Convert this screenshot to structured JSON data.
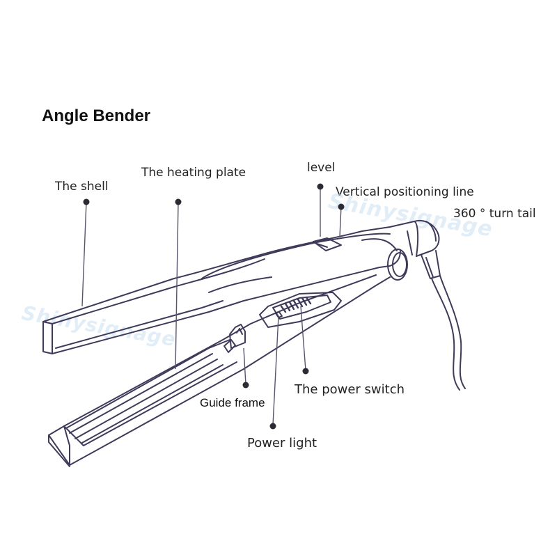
{
  "title": "Angle Bender",
  "labels": {
    "shell": "The shell",
    "heating_plate": "The heating plate",
    "level": "level",
    "vertical_line": "Vertical positioning line",
    "turn_tail": "360 ° turn tail",
    "power_switch": "The power switch",
    "guide_frame": "Guide frame",
    "power_light": "Power light"
  },
  "watermark": "Shinysignage",
  "colors": {
    "outline": "#3f3a5a",
    "marker": "#2b2b33",
    "leader": "#55556a",
    "watermark": "#c9dff2"
  }
}
